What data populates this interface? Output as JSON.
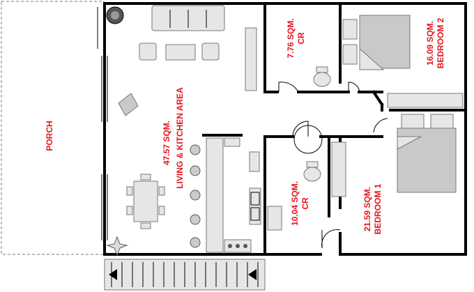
{
  "labels": {
    "porch": "PORCH",
    "living_area": "47.57 SQM.",
    "living_name": "LIVING & KITCHEN AREA",
    "cr_top_area": "7.76 SQM.",
    "cr_top_name": "CR",
    "bedroom2_area": "16.09 SQM.",
    "bedroom2_name": "BEDROOM 2",
    "cr_bottom_area": "10.04 SQM.",
    "cr_bottom_name": "CR",
    "bedroom1_area": "21.59 SQM.",
    "bedroom1_name": "BEDROOM 1"
  },
  "colors": {
    "label": "#e8131b",
    "wall": "#000000",
    "furniture": "#e6e6e6",
    "bed": "#c9c9c9"
  }
}
